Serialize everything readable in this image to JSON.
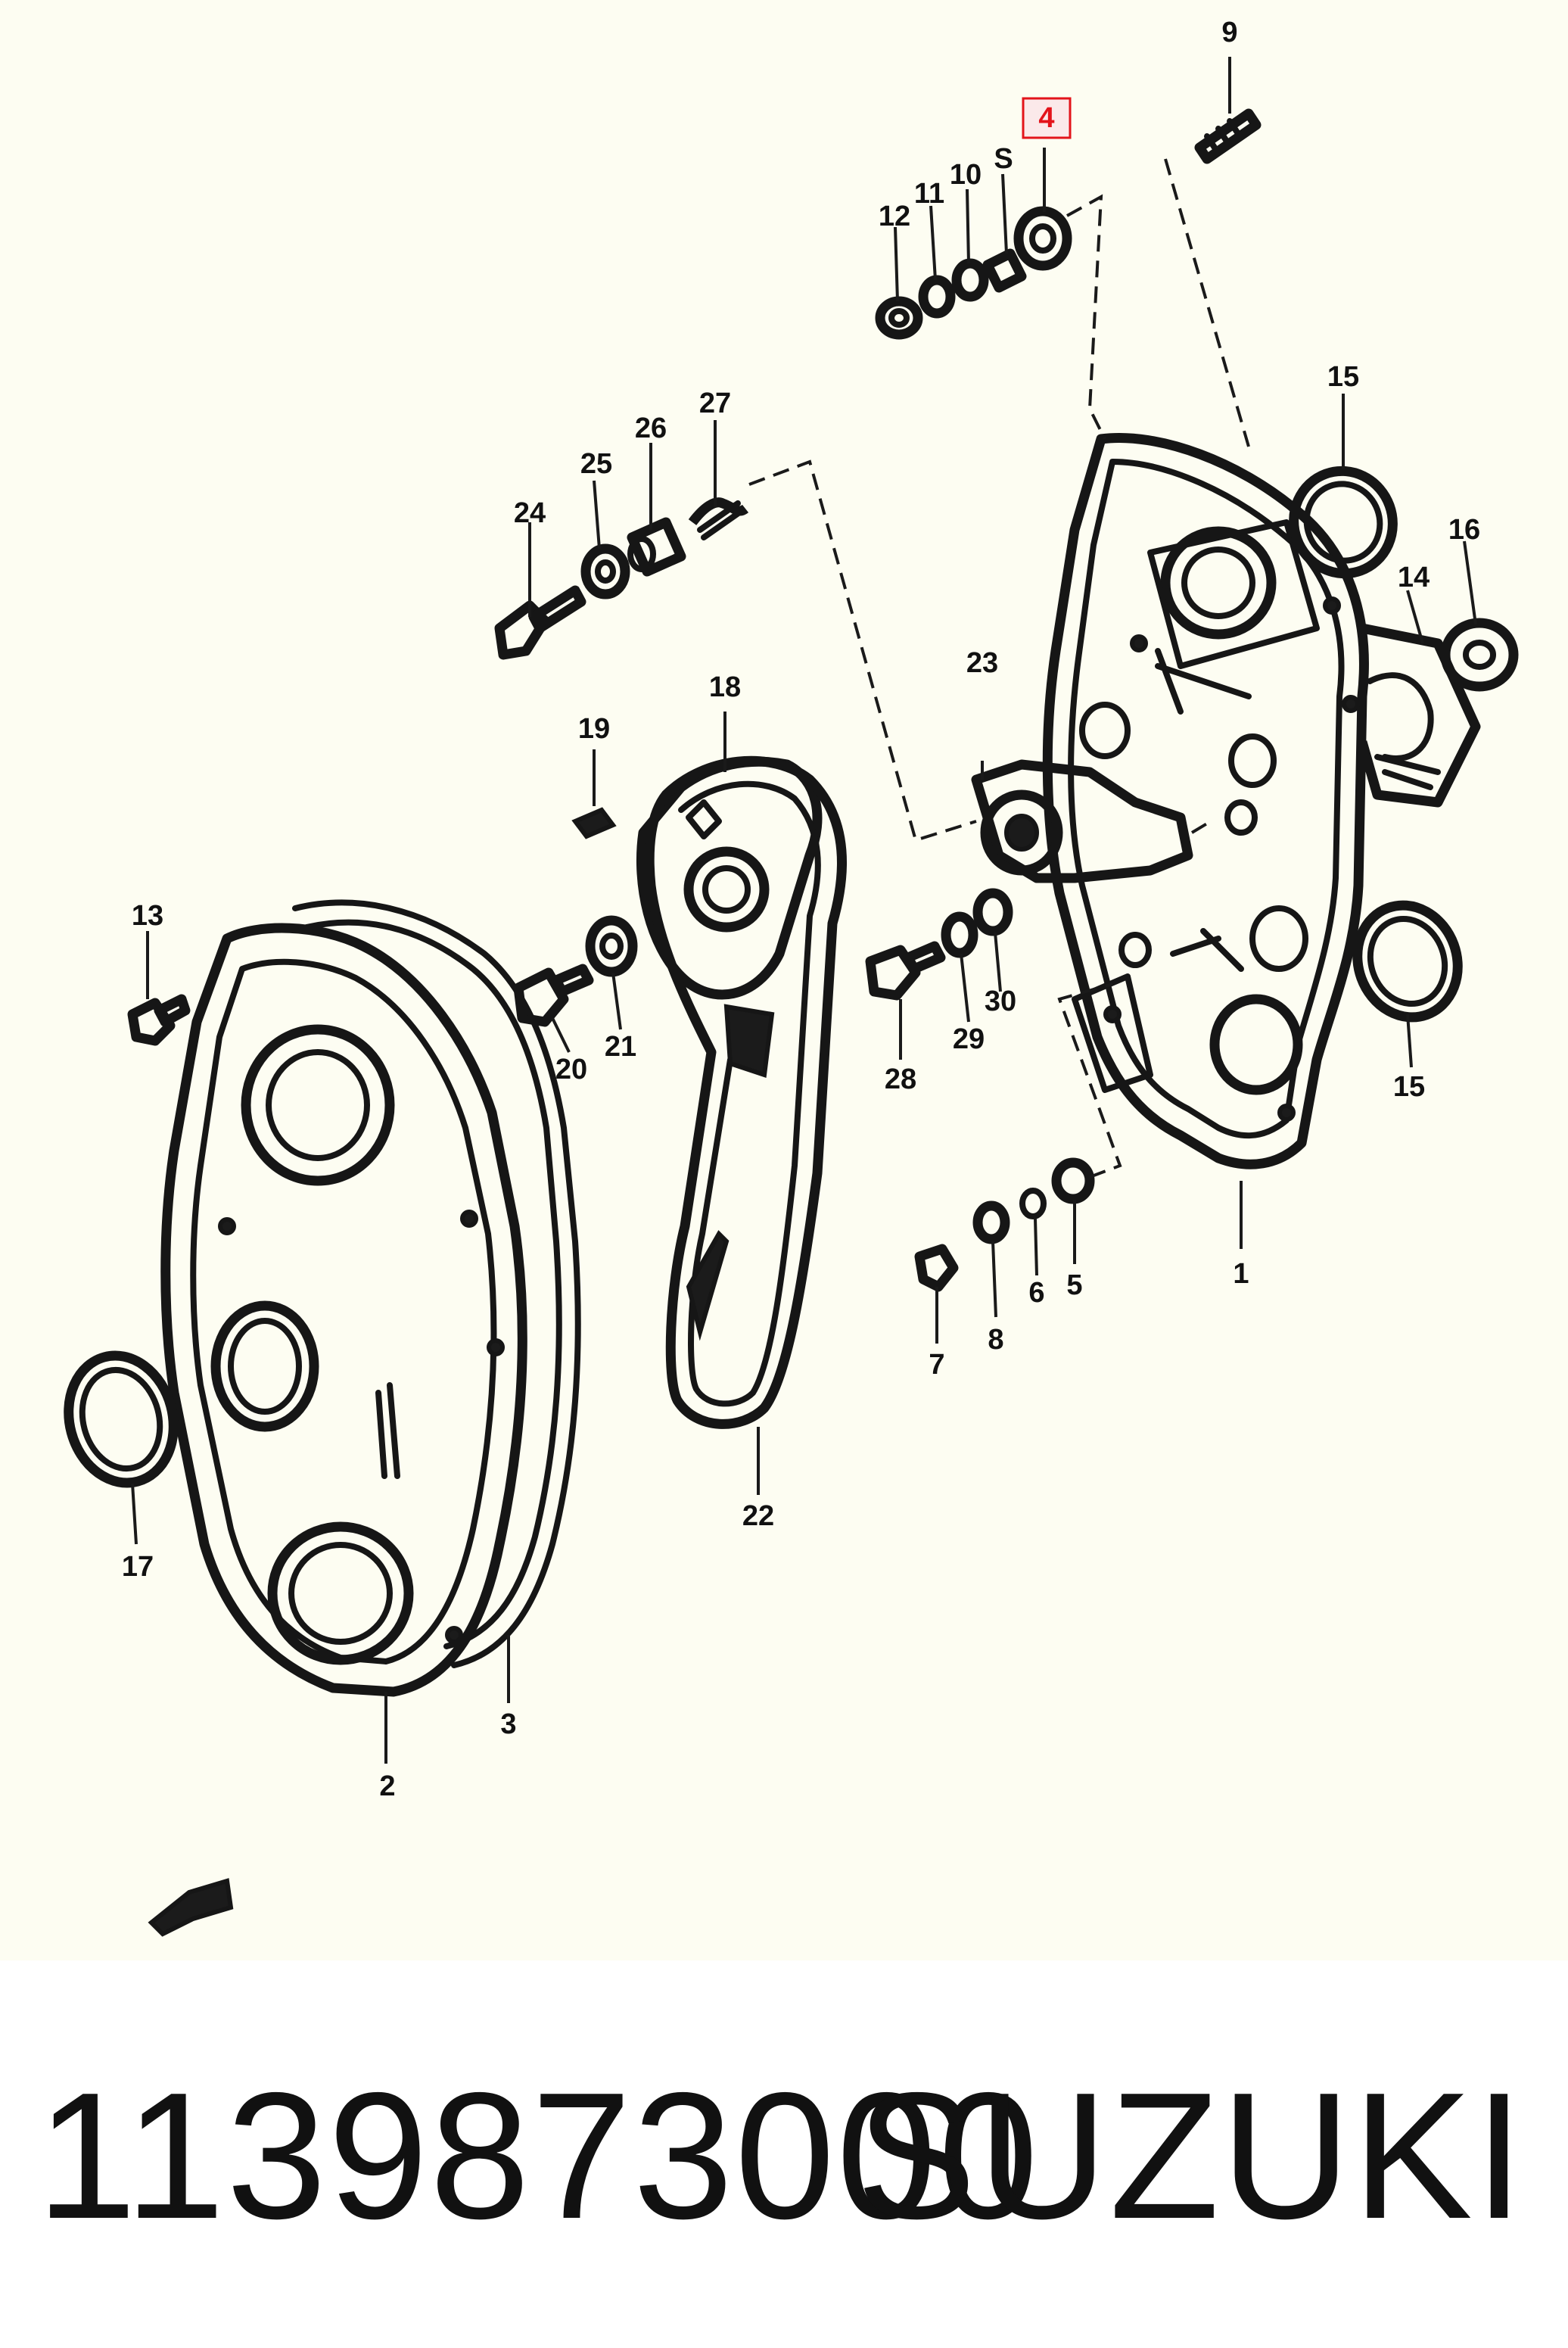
{
  "diagram": {
    "callouts": [
      "1",
      "2",
      "3",
      "4",
      "5",
      "6",
      "7",
      "8",
      "9",
      "10",
      "11",
      "12",
      "13",
      "14",
      "15",
      "15",
      "16",
      "17",
      "18",
      "19",
      "20",
      "21",
      "22",
      "23",
      "24",
      "25",
      "26",
      "27",
      "28",
      "29",
      "30",
      "S"
    ],
    "highlighted_callout": "4",
    "highlight_color": "#e3141b"
  },
  "footer": {
    "part_number": "1139873000",
    "brand": "SUZUKI"
  }
}
